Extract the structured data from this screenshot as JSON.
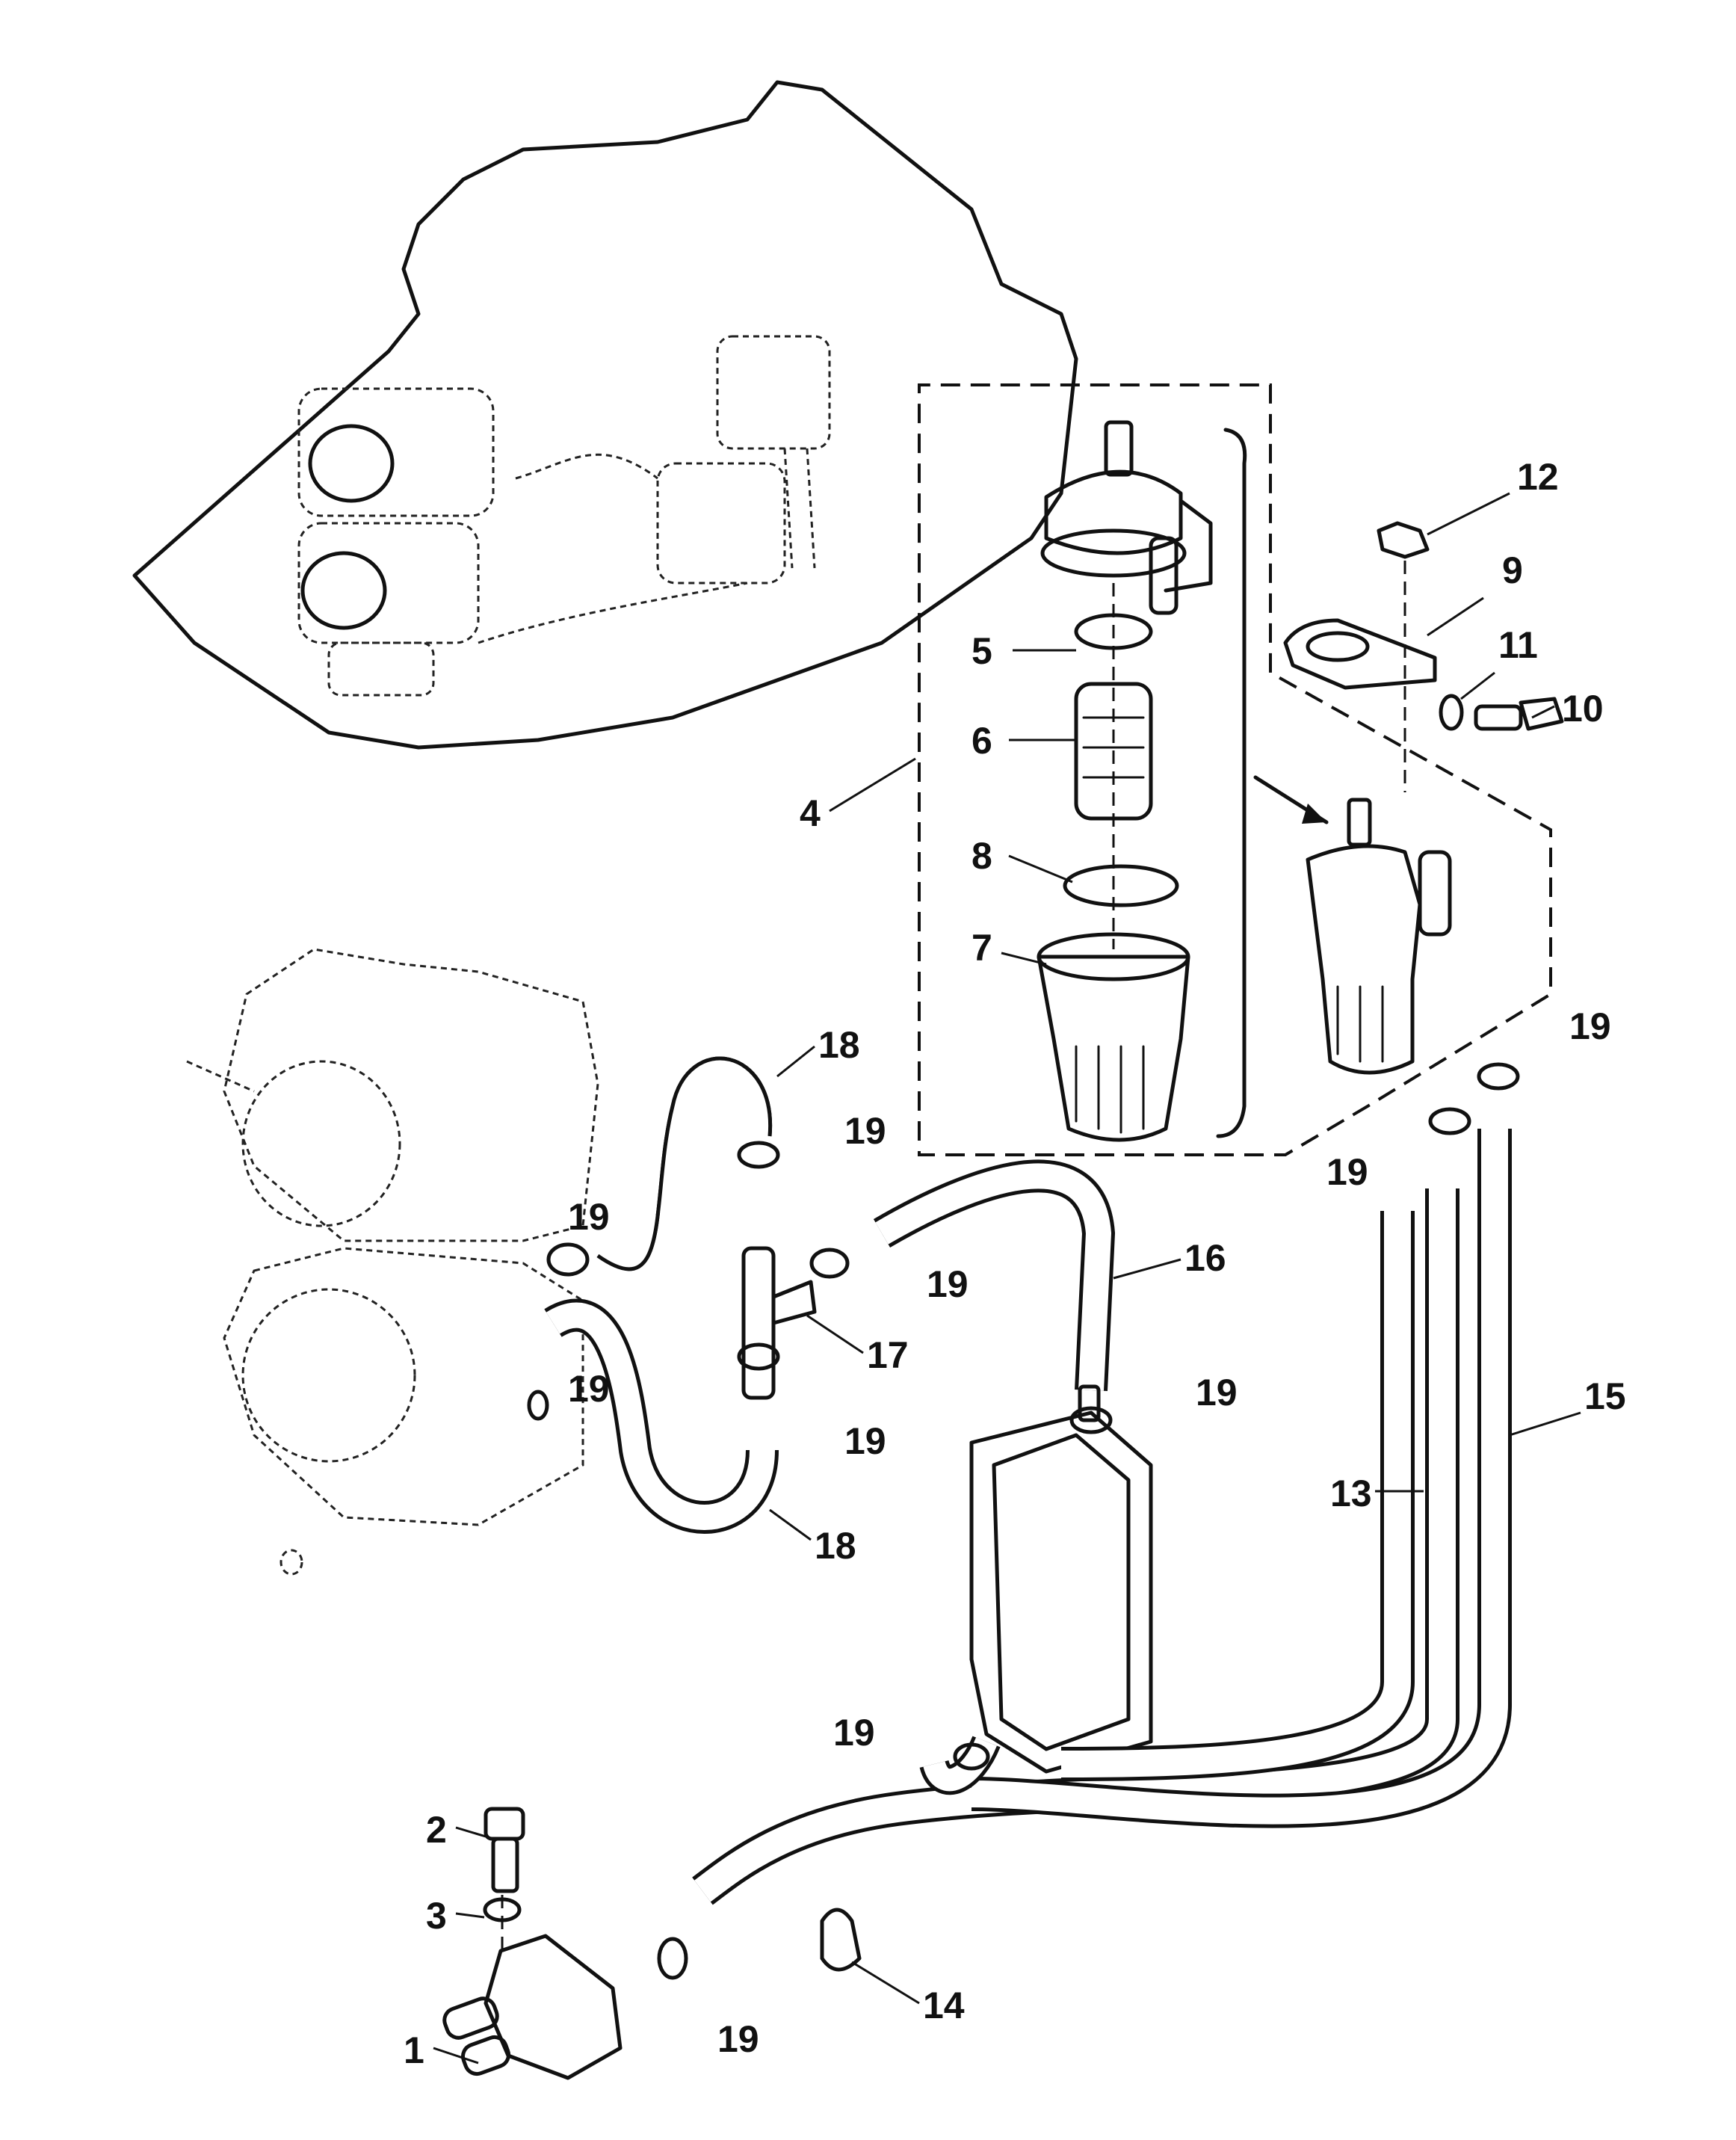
{
  "diagram": {
    "type": "exploded-parts-diagram",
    "subject": "Fuel pump, fuel filter and fuel hoses",
    "callouts": [
      {
        "id": "c1",
        "label": "1",
        "part": "fuel-connector"
      },
      {
        "id": "c2",
        "label": "2",
        "part": "bolt"
      },
      {
        "id": "c3",
        "label": "3",
        "part": "washer"
      },
      {
        "id": "c4",
        "label": "4",
        "part": "fuel-filter-assembly"
      },
      {
        "id": "c5",
        "label": "5",
        "part": "seal-ring"
      },
      {
        "id": "c6",
        "label": "6",
        "part": "filter-element"
      },
      {
        "id": "c7",
        "label": "7",
        "part": "filter-bowl"
      },
      {
        "id": "c8",
        "label": "8",
        "part": "o-ring"
      },
      {
        "id": "c9",
        "label": "9",
        "part": "bracket"
      },
      {
        "id": "c10",
        "label": "10",
        "part": "bolt"
      },
      {
        "id": "c11",
        "label": "11",
        "part": "lock-washer"
      },
      {
        "id": "c12",
        "label": "12",
        "part": "nut"
      },
      {
        "id": "c13",
        "label": "13",
        "part": "fuel-hose"
      },
      {
        "id": "c14",
        "label": "14",
        "part": "hose-clamp"
      },
      {
        "id": "c15",
        "label": "15",
        "part": "fuel-hose"
      },
      {
        "id": "c16",
        "label": "16",
        "part": "fuel-hose"
      },
      {
        "id": "c17",
        "label": "17",
        "part": "tee-fitting"
      },
      {
        "id": "c18a",
        "label": "18",
        "part": "fuel-hose-upper"
      },
      {
        "id": "c18b",
        "label": "18",
        "part": "fuel-hose-lower"
      },
      {
        "id": "c19a",
        "label": "19",
        "part": "hose-clip"
      },
      {
        "id": "c19b",
        "label": "19",
        "part": "hose-clip"
      },
      {
        "id": "c19c",
        "label": "19",
        "part": "hose-clip"
      },
      {
        "id": "c19d",
        "label": "19",
        "part": "hose-clip"
      },
      {
        "id": "c19e",
        "label": "19",
        "part": "hose-clip"
      },
      {
        "id": "c19f",
        "label": "19",
        "part": "hose-clip"
      },
      {
        "id": "c19g",
        "label": "19",
        "part": "hose-clip"
      },
      {
        "id": "c19h",
        "label": "19",
        "part": "hose-clip"
      },
      {
        "id": "c19i",
        "label": "19",
        "part": "hose-clip"
      },
      {
        "id": "c19j",
        "label": "19",
        "part": "hose-clip"
      }
    ]
  }
}
